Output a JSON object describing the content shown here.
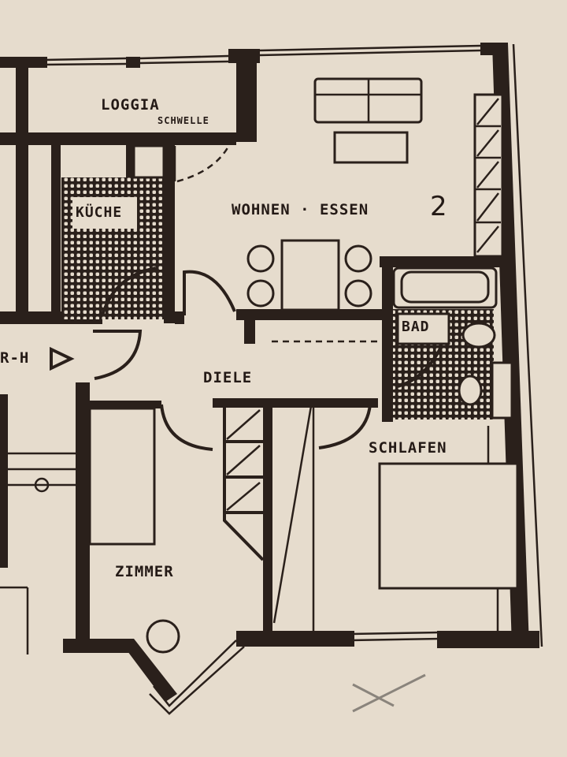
{
  "plan": {
    "unit_number": "2",
    "colors": {
      "paper": "#e6dccd",
      "ink": "#2a201b",
      "pencil": "#8a847c"
    },
    "rooms": [
      {
        "id": "loggia",
        "label": "LOGGIA"
      },
      {
        "id": "schwelle",
        "label": "SCHWELLE"
      },
      {
        "id": "kueche",
        "label": "KÜCHE"
      },
      {
        "id": "wohnen-essen",
        "label": "WOHNEN · ESSEN"
      },
      {
        "id": "bad",
        "label": "BAD"
      },
      {
        "id": "diele",
        "label": "DIELE"
      },
      {
        "id": "schlafen",
        "label": "SCHLAFEN"
      },
      {
        "id": "zimmer",
        "label": "ZIMMER"
      }
    ],
    "entrance": {
      "label": "R-H",
      "arrow": "▷"
    },
    "pencil_mark": "✕"
  }
}
